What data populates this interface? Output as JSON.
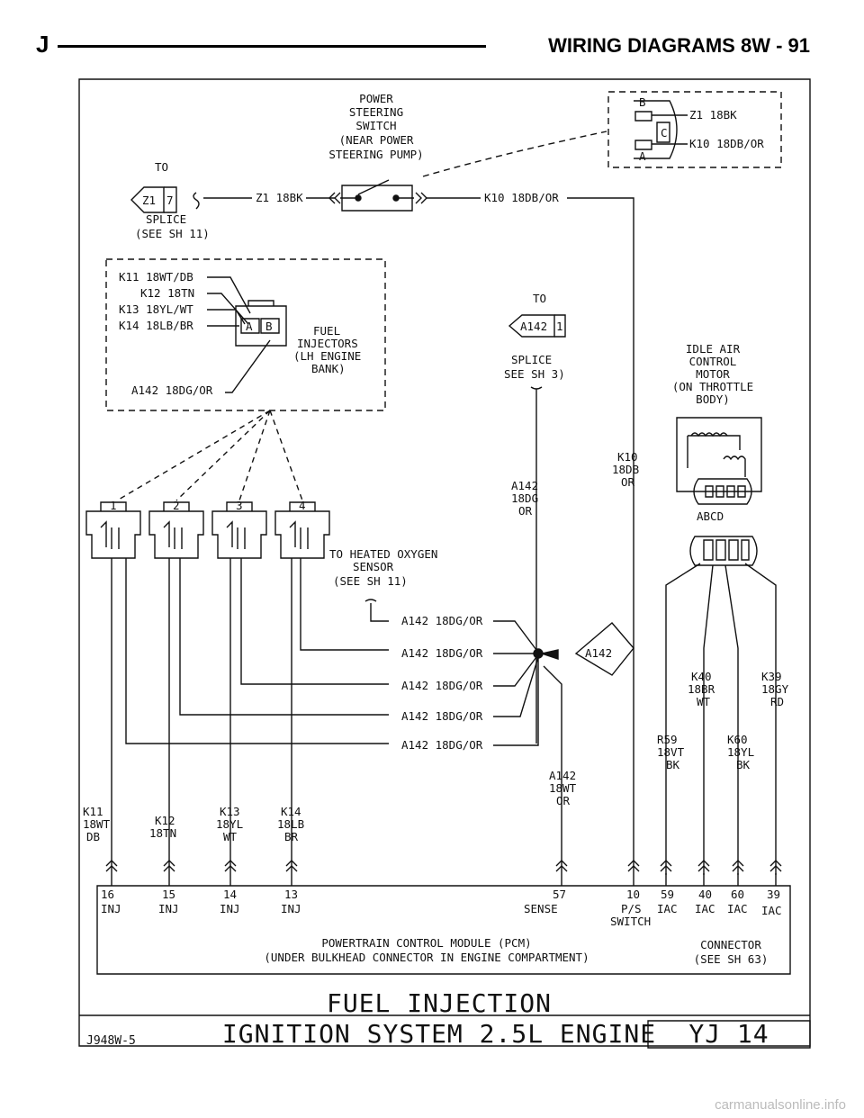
{
  "header": {
    "left": "J",
    "right": "WIRING DIAGRAMS   8W - 91"
  },
  "switch_label": [
    "POWER",
    "STEERING",
    "SWITCH",
    "(NEAR POWER",
    "STEERING PUMP)"
  ],
  "to1": "TO",
  "splice1": {
    "id": "Z1",
    "pin": "7",
    "label1": "SPLICE",
    "label2": "(SEE SH 11)"
  },
  "wire_z1": "Z1 18BK",
  "wire_k10": "K10 18DB/OR",
  "conn_view": {
    "pin_b": "B",
    "pin_c": "C",
    "pin_a": "A",
    "w1": "Z1 18BK",
    "w2": "K10 18DB/OR"
  },
  "inj_conn": {
    "w1": "K11 18WT/DB",
    "w2": "K12 18TN",
    "w3": "K13 18YL/WT",
    "w4": "K14 18LB/BR",
    "w5": "A142 18DG/OR",
    "pa": "A",
    "pb": "B",
    "title": [
      "FUEL",
      "INJECTORS",
      "(LH ENGINE",
      "BANK)"
    ]
  },
  "to2": "TO",
  "splice2": {
    "id": "A142",
    "pin": "1",
    "label1": "SPLICE",
    "label2": "SEE SH 3)"
  },
  "iac": {
    "title": [
      "IDLE AIR",
      "CONTROL",
      "MOTOR",
      "(ON THROTTLE",
      "BODY)"
    ],
    "pins": "ABCD"
  },
  "k10_vert": [
    "K10",
    "18DB",
    "OR"
  ],
  "a142_vert": [
    "A142",
    "18DG",
    "OR"
  ],
  "injectors": [
    "1",
    "2",
    "3",
    "4"
  ],
  "heated_o2": [
    "TO HEATED OXYGEN",
    "SENSOR",
    "(SEE SH 11)"
  ],
  "a142_wires": [
    "A142 18DG/OR",
    "A142 18DG/OR",
    "A142 18DG/OR",
    "A142 18DG/OR",
    "A142 18DG/OR"
  ],
  "a142_diamond": "A142",
  "k40": [
    "K40",
    "18BR",
    "WT"
  ],
  "k39": [
    "K39",
    "18GY",
    "RD"
  ],
  "r59": [
    "R59",
    "18VT",
    "BK"
  ],
  "k60": [
    "K60",
    "18YL",
    "BK"
  ],
  "a142wt": [
    "A142",
    "18WT",
    "OR"
  ],
  "k11": [
    "K11",
    "18WT",
    "DB"
  ],
  "k12": [
    "K12",
    "18TN"
  ],
  "k13": [
    "K13",
    "18YL",
    "WT"
  ],
  "k14": [
    "K14",
    "18LB",
    "BR"
  ],
  "pcm_pins": [
    {
      "num": "16",
      "name": "INJ"
    },
    {
      "num": "15",
      "name": "INJ"
    },
    {
      "num": "14",
      "name": "INJ"
    },
    {
      "num": "13",
      "name": "INJ"
    },
    {
      "num": "57",
      "name": "SENSE"
    },
    {
      "num": "10",
      "name": "P/S",
      "name2": "SWITCH"
    },
    {
      "num": "59",
      "name": "IAC"
    },
    {
      "num": "40",
      "name": "IAC"
    },
    {
      "num": "60",
      "name": "IAC"
    },
    {
      "num": "39",
      "name": "IAC"
    }
  ],
  "pcm_title": [
    "POWERTRAIN CONTROL MODULE (PCM)",
    "(UNDER BULKHEAD CONNECTOR IN ENGINE COMPARTMENT)"
  ],
  "connector_ref": [
    "CONNECTOR",
    "(SEE SH 63)"
  ],
  "footer": {
    "code": "J948W-5",
    "title1": "FUEL INJECTION",
    "title2": "IGNITION SYSTEM 2.5L ENGINE",
    "page": "YJ 14"
  },
  "watermark": "carmanualsonline.info"
}
